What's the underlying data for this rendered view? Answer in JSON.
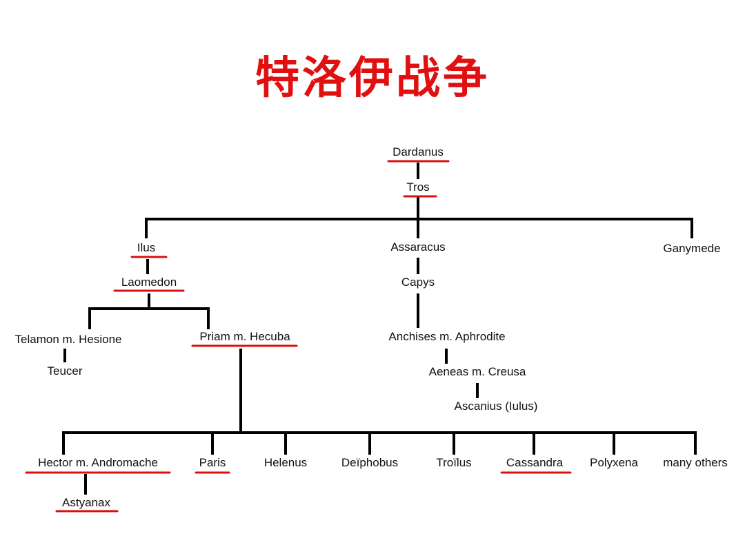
{
  "title": "特洛伊战争",
  "colors": {
    "line": "#000000",
    "underline": "#d81010",
    "title": "#e01010"
  },
  "people": {
    "dardanus": "Dardanus",
    "tros": "Tros",
    "ilus": "Ilus",
    "assaracus": "Assaracus",
    "ganymede": "Ganymede",
    "laomedon": "Laomedon",
    "capys": "Capys",
    "telamon": "Telamon m. Hesione",
    "priam": "Priam m. Hecuba",
    "anchises": "Anchises m. Aphrodite",
    "teucer": "Teucer",
    "aeneas": "Aeneas m. Creusa",
    "ascanius": "Ascanius (Iulus)",
    "hector": "Hector m. Andromache",
    "paris": "Paris",
    "helenus": "Helenus",
    "deiphobus": "Deïphobus",
    "troilus": "Troïlus",
    "cassandra": "Cassandra",
    "polyxena": "Polyxena",
    "others": "many others",
    "astyanax": "Astyanax"
  }
}
